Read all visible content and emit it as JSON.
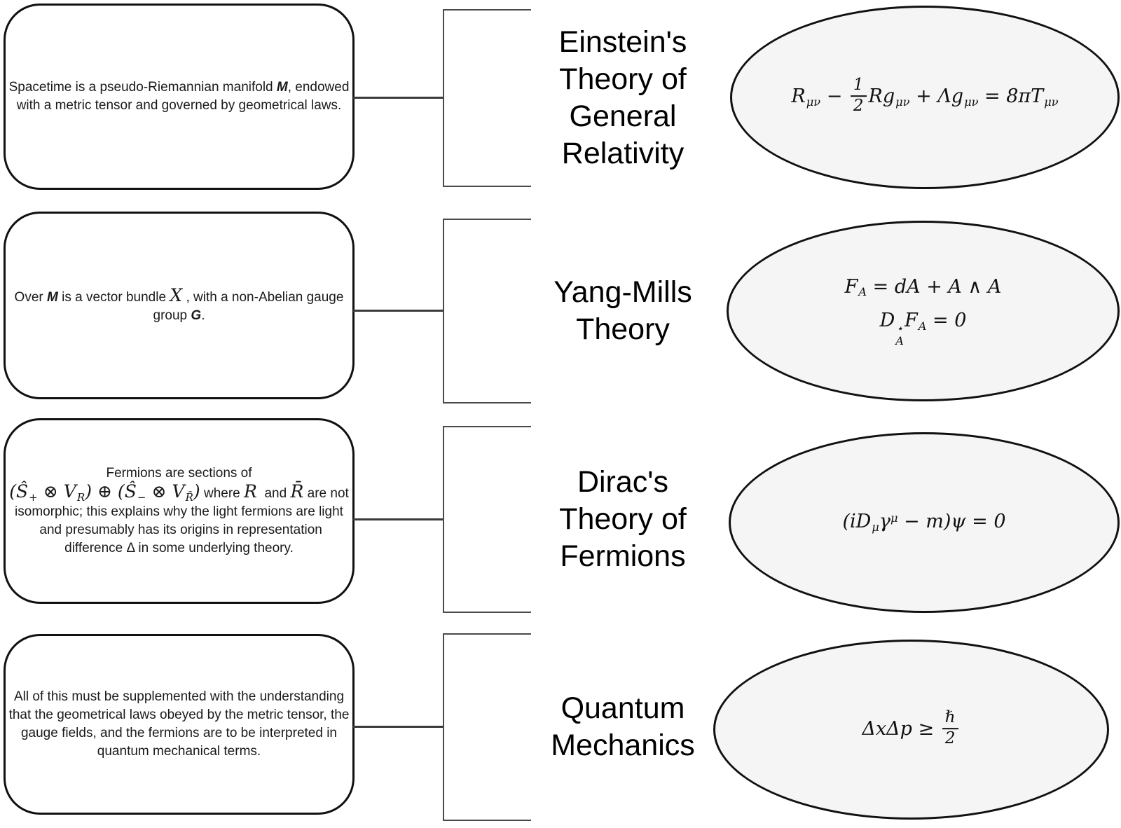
{
  "diagram": {
    "colors": {
      "background": "#ffffff",
      "box_fill": "#ffffff",
      "box_stroke": "#111111",
      "ellipse_fill": "#f5f5f5",
      "ellipse_stroke": "#111111",
      "line": "#3a3a3a",
      "text": "#111111"
    },
    "rows": [
      {
        "id": "general-relativity",
        "description": "Spacetime is a pseudo-Riemannian manifold *M*, endowed with a metric tensor and governed by geometrical laws.",
        "title_lines": [
          "Einstein's",
          "Theory of",
          "General",
          "Relativity"
        ],
        "equations": [
          "R_{μν} − [1/2]Rg_{μν} + Λg_{μν} = 8πT_{μν}"
        ]
      },
      {
        "id": "yang-mills",
        "description": "Over *M* is a vector bundle $X$ , with a non-Abelian gauge group *G*.",
        "title_lines": [
          "Yang-Mills",
          "Theory"
        ],
        "equations": [
          "F_{A} = dA + A ∧ A",
          "D^{⋆}_{A}F_{A} = 0"
        ]
      },
      {
        "id": "dirac-fermions",
        "description": "Fermions are sections of\n$(Ŝ_{+} ⊗ V_{R}) ⊕ (Ŝ_{−} ⊗ V_{R̄})$ where $R$  and $R̄$ are not isomorphic; this explains why the light fermions are light  and presumably has its origins in representation difference Δ in some underlying theory.",
        "title_lines": [
          "Dirac's",
          "Theory of",
          "Fermions"
        ],
        "equations": [
          "(iD_{μ}γ^{μ} − m)ψ = 0"
        ]
      },
      {
        "id": "quantum-mechanics",
        "description": "All of this must be supplemented with the understanding that the geometrical laws obeyed by the metric tensor, the gauge fields, and the fermions are to be interpreted in quantum mechanical terms.",
        "title_lines": [
          "Quantum",
          "Mechanics"
        ],
        "equations": [
          "ΔxΔp ≥ [ℏ/2]"
        ]
      }
    ]
  }
}
